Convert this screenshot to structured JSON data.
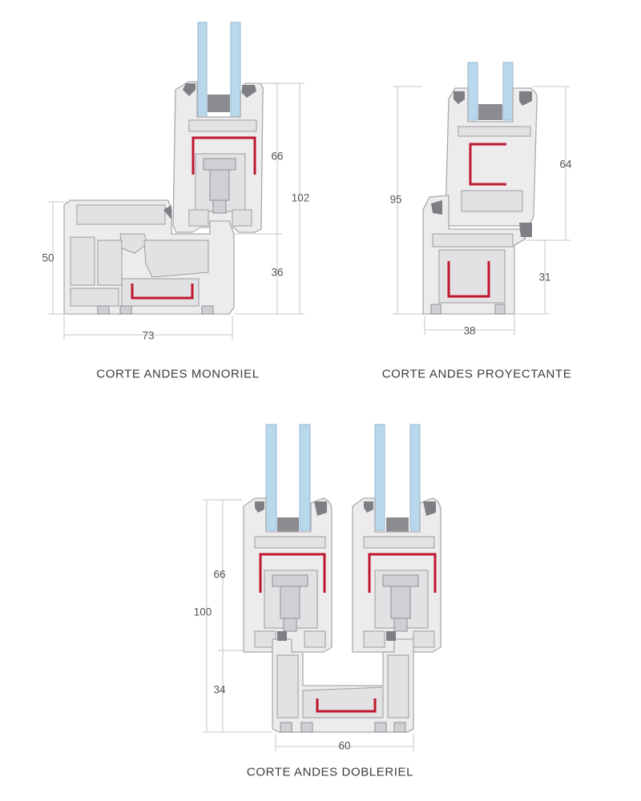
{
  "diagrams": [
    {
      "caption": "CORTE ANDES MONORIEL",
      "dimensions": {
        "top_height": "66",
        "total_height": "102",
        "bottom_height": "36",
        "left_height": "50",
        "width": "73"
      }
    },
    {
      "caption": "CORTE ANDES PROYECTANTE",
      "dimensions": {
        "total_height": "95",
        "top_height": "64",
        "bottom_height": "31",
        "width": "38"
      }
    },
    {
      "caption": "CORTE ANDES DOBLERIEL",
      "dimensions": {
        "top_height": "66",
        "total_height": "100",
        "bottom_height": "34",
        "width": "60"
      }
    }
  ],
  "colors": {
    "profile": "#ececed",
    "glass": "#b9d8ec",
    "steel_reinforcement": "#c0172f",
    "dimension_line": "#b8b8b8"
  }
}
